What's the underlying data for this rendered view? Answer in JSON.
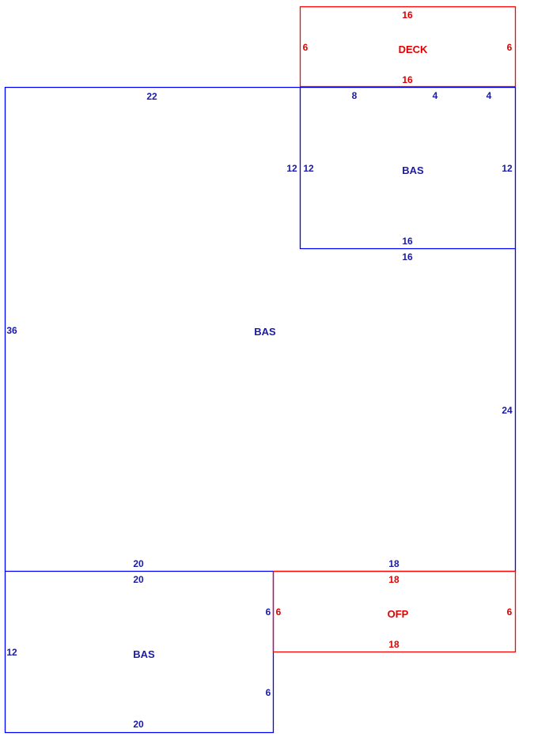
{
  "colors": {
    "bas": "#0000ff",
    "bas_text": "#1a1aa8",
    "deck": "#ff0000",
    "ofp": "#ff0000",
    "red_text": "#e00000"
  },
  "areas": {
    "deck": {
      "label": "DECK",
      "top": "16",
      "left": "6",
      "right": "6",
      "bottom": "16"
    },
    "bas_upper": {
      "label": "BAS",
      "top_a": "8",
      "top_b": "4",
      "top_c": "4",
      "left_outer": "12",
      "left_inner": "12",
      "right": "12",
      "bottom": "16"
    },
    "bas_main": {
      "label": "BAS",
      "top": "22",
      "left": "36",
      "right_upper": "16",
      "right": "24",
      "bottom_left": "20",
      "bottom_right": "18"
    },
    "bas_lower": {
      "label": "BAS",
      "top": "20",
      "left": "12",
      "right_upper": "6",
      "right_lower": "6",
      "bottom": "20"
    },
    "ofp": {
      "label": "OFP",
      "top": "18",
      "left": "6",
      "right": "6",
      "bottom": "18"
    }
  }
}
